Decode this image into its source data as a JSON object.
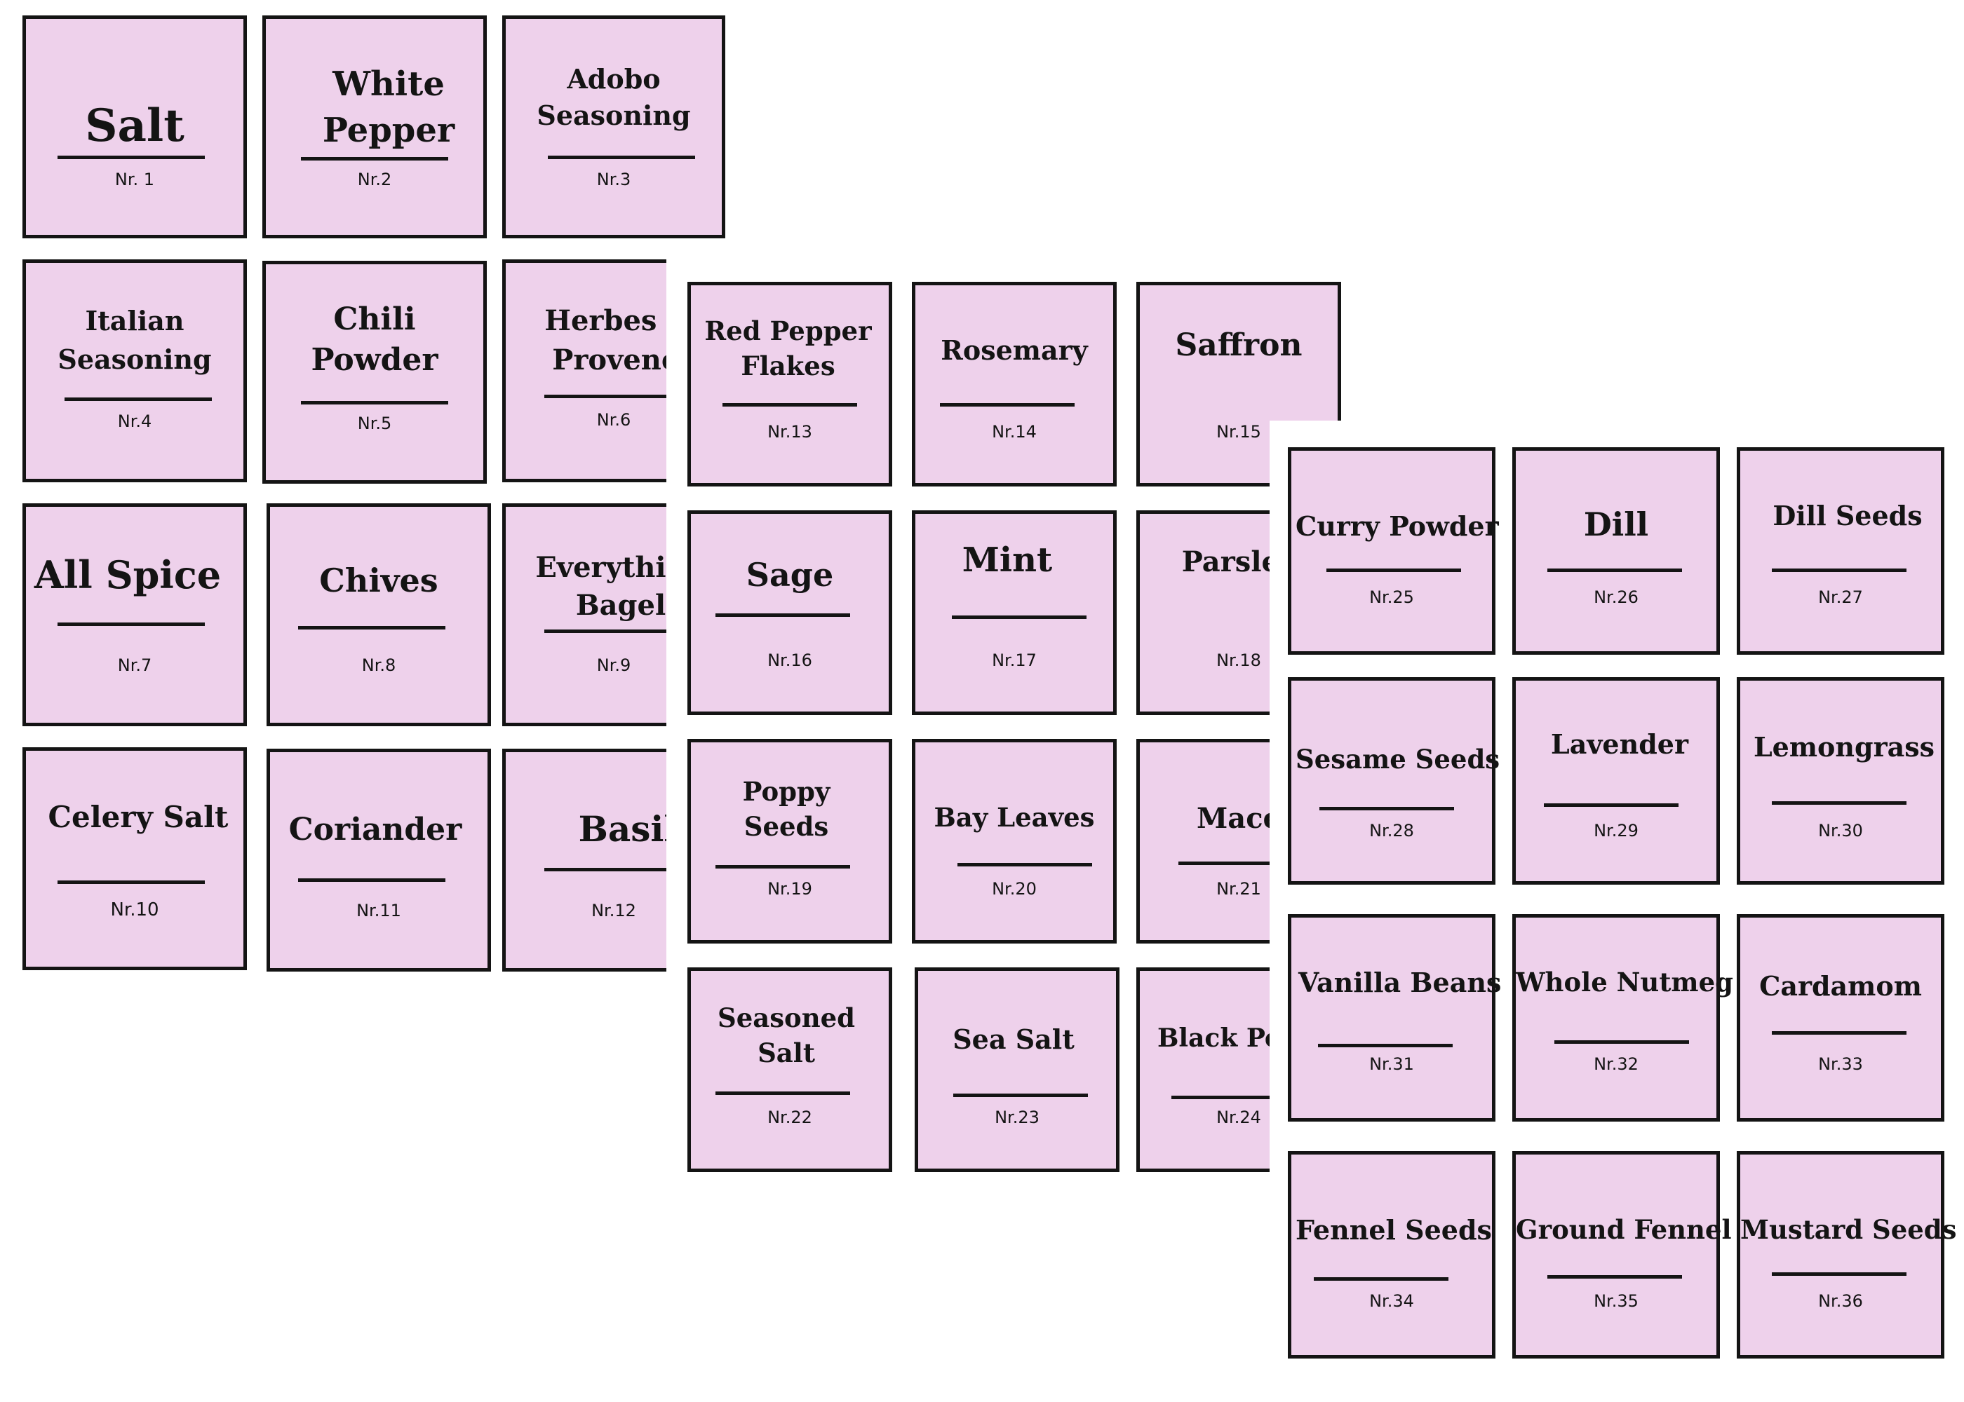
{
  "sheets": [
    {
      "labels": [
        {
          "name": "Salt",
          "nr": "Nr. 1"
        },
        {
          "name": "White Pepper",
          "nr": "Nr.2"
        },
        {
          "name": "Adobo Seasoning",
          "nr": "Nr.3"
        },
        {
          "name": "Italian Seasoning",
          "nr": "Nr.4"
        },
        {
          "name": "Chili Powder",
          "nr": "Nr.5"
        },
        {
          "name": "Herbes de Provence",
          "nr": "Nr.6"
        },
        {
          "name": "All Spice",
          "nr": "Nr.7"
        },
        {
          "name": "Chives",
          "nr": "Nr.8"
        },
        {
          "name": "Everything Bagel",
          "nr": "Nr.9"
        },
        {
          "name": "Celery Salt",
          "nr": "Nr.10"
        },
        {
          "name": "Coriander",
          "nr": "Nr.11"
        },
        {
          "name": "Basil",
          "nr": "Nr.12"
        }
      ]
    },
    {
      "labels": [
        {
          "name": "Red Pepper Flakes",
          "nr": "Nr.13"
        },
        {
          "name": "Rosemary",
          "nr": "Nr.14"
        },
        {
          "name": "Saffron",
          "nr": "Nr.15"
        },
        {
          "name": "Sage",
          "nr": "Nr.16"
        },
        {
          "name": "Mint",
          "nr": "Nr.17"
        },
        {
          "name": "Parsley",
          "nr": "Nr.18"
        },
        {
          "name": "Poppy Seeds",
          "nr": "Nr.19"
        },
        {
          "name": "Bay Leaves",
          "nr": "Nr.20"
        },
        {
          "name": "Mace",
          "nr": "Nr.21"
        },
        {
          "name": "Seasoned Salt",
          "nr": "Nr.22"
        },
        {
          "name": "Sea Salt",
          "nr": "Nr.23"
        },
        {
          "name": "Black Pepper",
          "nr": "Nr.24"
        }
      ]
    },
    {
      "labels": [
        {
          "name": "Curry Powder",
          "nr": "Nr.25"
        },
        {
          "name": "Dill",
          "nr": "Nr.26"
        },
        {
          "name": "Dill Seeds",
          "nr": "Nr.27"
        },
        {
          "name": "Sesame Seeds",
          "nr": "Nr.28"
        },
        {
          "name": "Lavender",
          "nr": "Nr.29"
        },
        {
          "name": "Lemongrass",
          "nr": "Nr.30"
        },
        {
          "name": "Vanilla Beans",
          "nr": "Nr.31"
        },
        {
          "name": "Whole Nutmeg",
          "nr": "Nr.32"
        },
        {
          "name": "Cardamom",
          "nr": "Nr.33"
        },
        {
          "name": "Fennel Seeds",
          "nr": "Nr.34"
        },
        {
          "name": "Ground Fennel",
          "nr": "Nr.35"
        },
        {
          "name": "Mustard Seeds",
          "nr": "Nr.36"
        }
      ]
    }
  ],
  "colors": {
    "label_fill": "#eed1eb",
    "ink": "#141414",
    "background": "#ffffff"
  }
}
